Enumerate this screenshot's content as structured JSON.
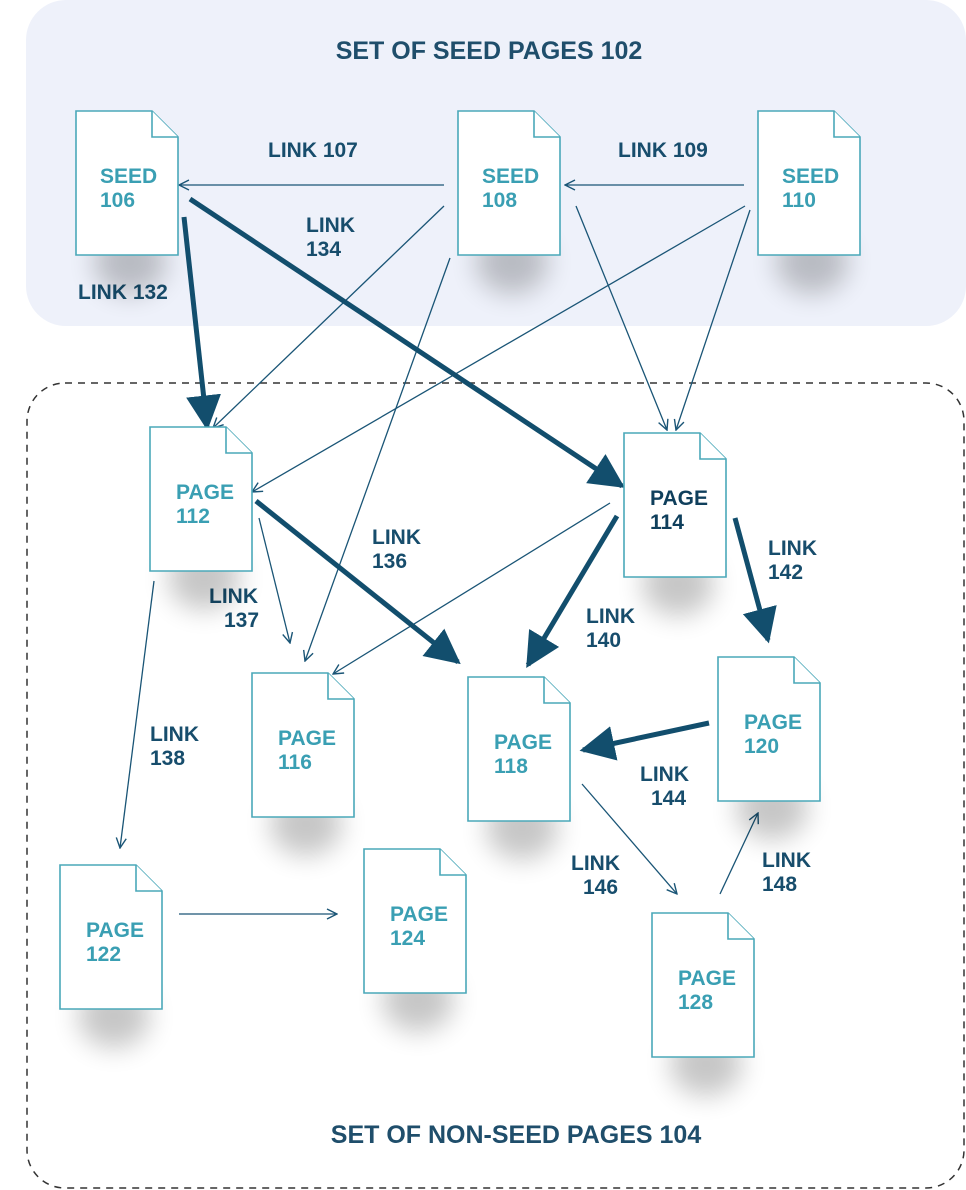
{
  "regions": {
    "seed": {
      "title": "SET OF SEED PAGES 102"
    },
    "nonseed": {
      "title": "SET OF NON-SEED PAGES 104"
    }
  },
  "colors": {
    "seed_bg": "#eef1fa",
    "page_stroke": "#4aa8b9",
    "page_label": "#3a9fb3",
    "link": "#174d6c"
  },
  "nodes": {
    "seed106": [
      "SEED",
      "106"
    ],
    "seed108": [
      "SEED",
      "108"
    ],
    "seed110": [
      "SEED",
      "110"
    ],
    "page112": [
      "PAGE",
      "112"
    ],
    "page114": [
      "PAGE",
      "114"
    ],
    "page116": [
      "PAGE",
      "116"
    ],
    "page118": [
      "PAGE",
      "118"
    ],
    "page120": [
      "PAGE",
      "120"
    ],
    "page122": [
      "PAGE",
      "122"
    ],
    "page124": [
      "PAGE",
      "124"
    ],
    "page128": [
      "PAGE",
      "128"
    ]
  },
  "links": {
    "link107": [
      "LINK 107"
    ],
    "link109": [
      "LINK 109"
    ],
    "link132": [
      "LINK 132"
    ],
    "link134": [
      "LINK",
      "134"
    ],
    "link136": [
      "LINK",
      "136"
    ],
    "link137": [
      "LINK",
      "137"
    ],
    "link138": [
      "LINK",
      "138"
    ],
    "link140": [
      "LINK",
      "140"
    ],
    "link142": [
      "LINK",
      "142"
    ],
    "link144": [
      "LINK",
      "144"
    ],
    "link146": [
      "LINK",
      "146"
    ],
    "link148": [
      "LINK",
      "148"
    ]
  }
}
